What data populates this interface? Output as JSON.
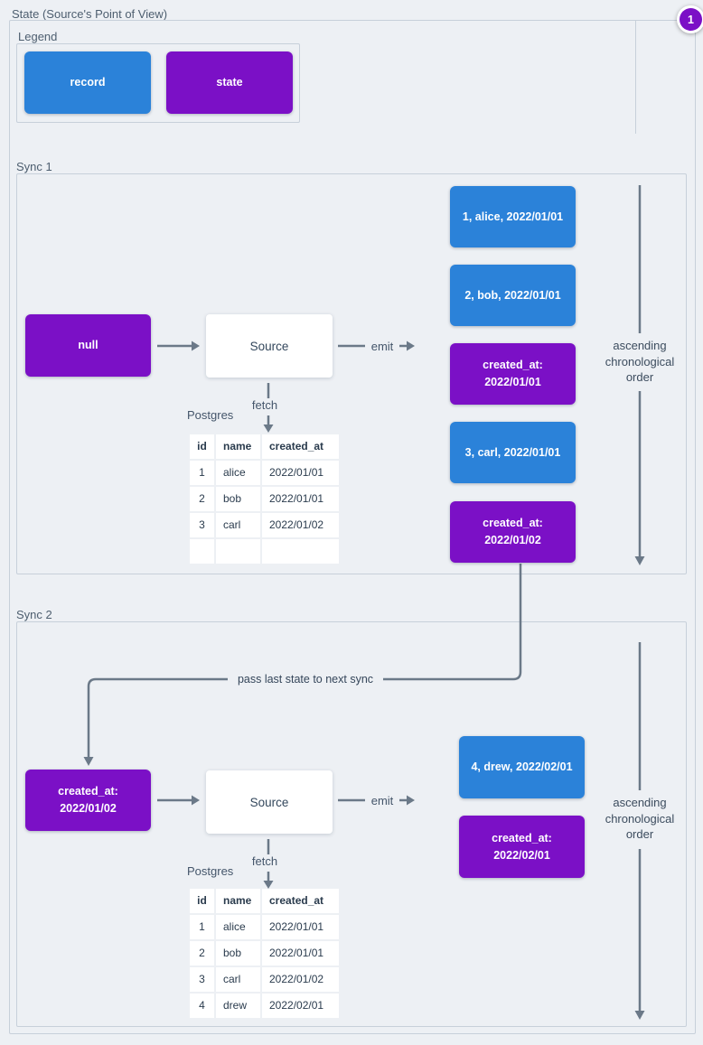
{
  "title": "State (Source's Point of View)",
  "badge": {
    "value": "1"
  },
  "colors": {
    "record_blue": "#2b82d9",
    "state_purple": "#7b10c6",
    "background": "#edf0f4",
    "line_gray": "#6b7988"
  },
  "legend": {
    "title": "Legend",
    "record_label": "record",
    "state_label": "state"
  },
  "pass_note": "pass last state to next sync",
  "sync1": {
    "title": "Sync 1",
    "input_state": "null",
    "source": "Source",
    "emit": "emit",
    "fetch": "fetch",
    "database": "Postgres",
    "order_note": "ascending chronological order",
    "table": {
      "headers": [
        "id",
        "name",
        "created_at"
      ],
      "rows": [
        [
          "1",
          "alice",
          "2022/01/01"
        ],
        [
          "2",
          "bob",
          "2022/01/01"
        ],
        [
          "3",
          "carl",
          "2022/01/02"
        ],
        [
          "",
          "",
          ""
        ]
      ]
    },
    "emitted": [
      {
        "type": "record",
        "text": "1, alice, 2022/01/01"
      },
      {
        "type": "record",
        "text": "2, bob, 2022/01/01"
      },
      {
        "type": "state",
        "line1": "created_at:",
        "line2": "2022/01/01"
      },
      {
        "type": "record",
        "text": "3, carl, 2022/01/01"
      },
      {
        "type": "state",
        "line1": "created_at:",
        "line2": "2022/01/02"
      }
    ]
  },
  "sync2": {
    "title": "Sync 2",
    "input_state": {
      "line1": "created_at:",
      "line2": "2022/01/02"
    },
    "source": "Source",
    "emit": "emit",
    "fetch": "fetch",
    "database": "Postgres",
    "order_note": "ascending chronological order",
    "table": {
      "headers": [
        "id",
        "name",
        "created_at"
      ],
      "rows": [
        [
          "1",
          "alice",
          "2022/01/01"
        ],
        [
          "2",
          "bob",
          "2022/01/01"
        ],
        [
          "3",
          "carl",
          "2022/01/02"
        ],
        [
          "4",
          "drew",
          "2022/02/01"
        ]
      ]
    },
    "emitted": [
      {
        "type": "record",
        "text": "4, drew, 2022/02/01"
      },
      {
        "type": "state",
        "line1": "created_at:",
        "line2": "2022/02/01"
      }
    ]
  }
}
